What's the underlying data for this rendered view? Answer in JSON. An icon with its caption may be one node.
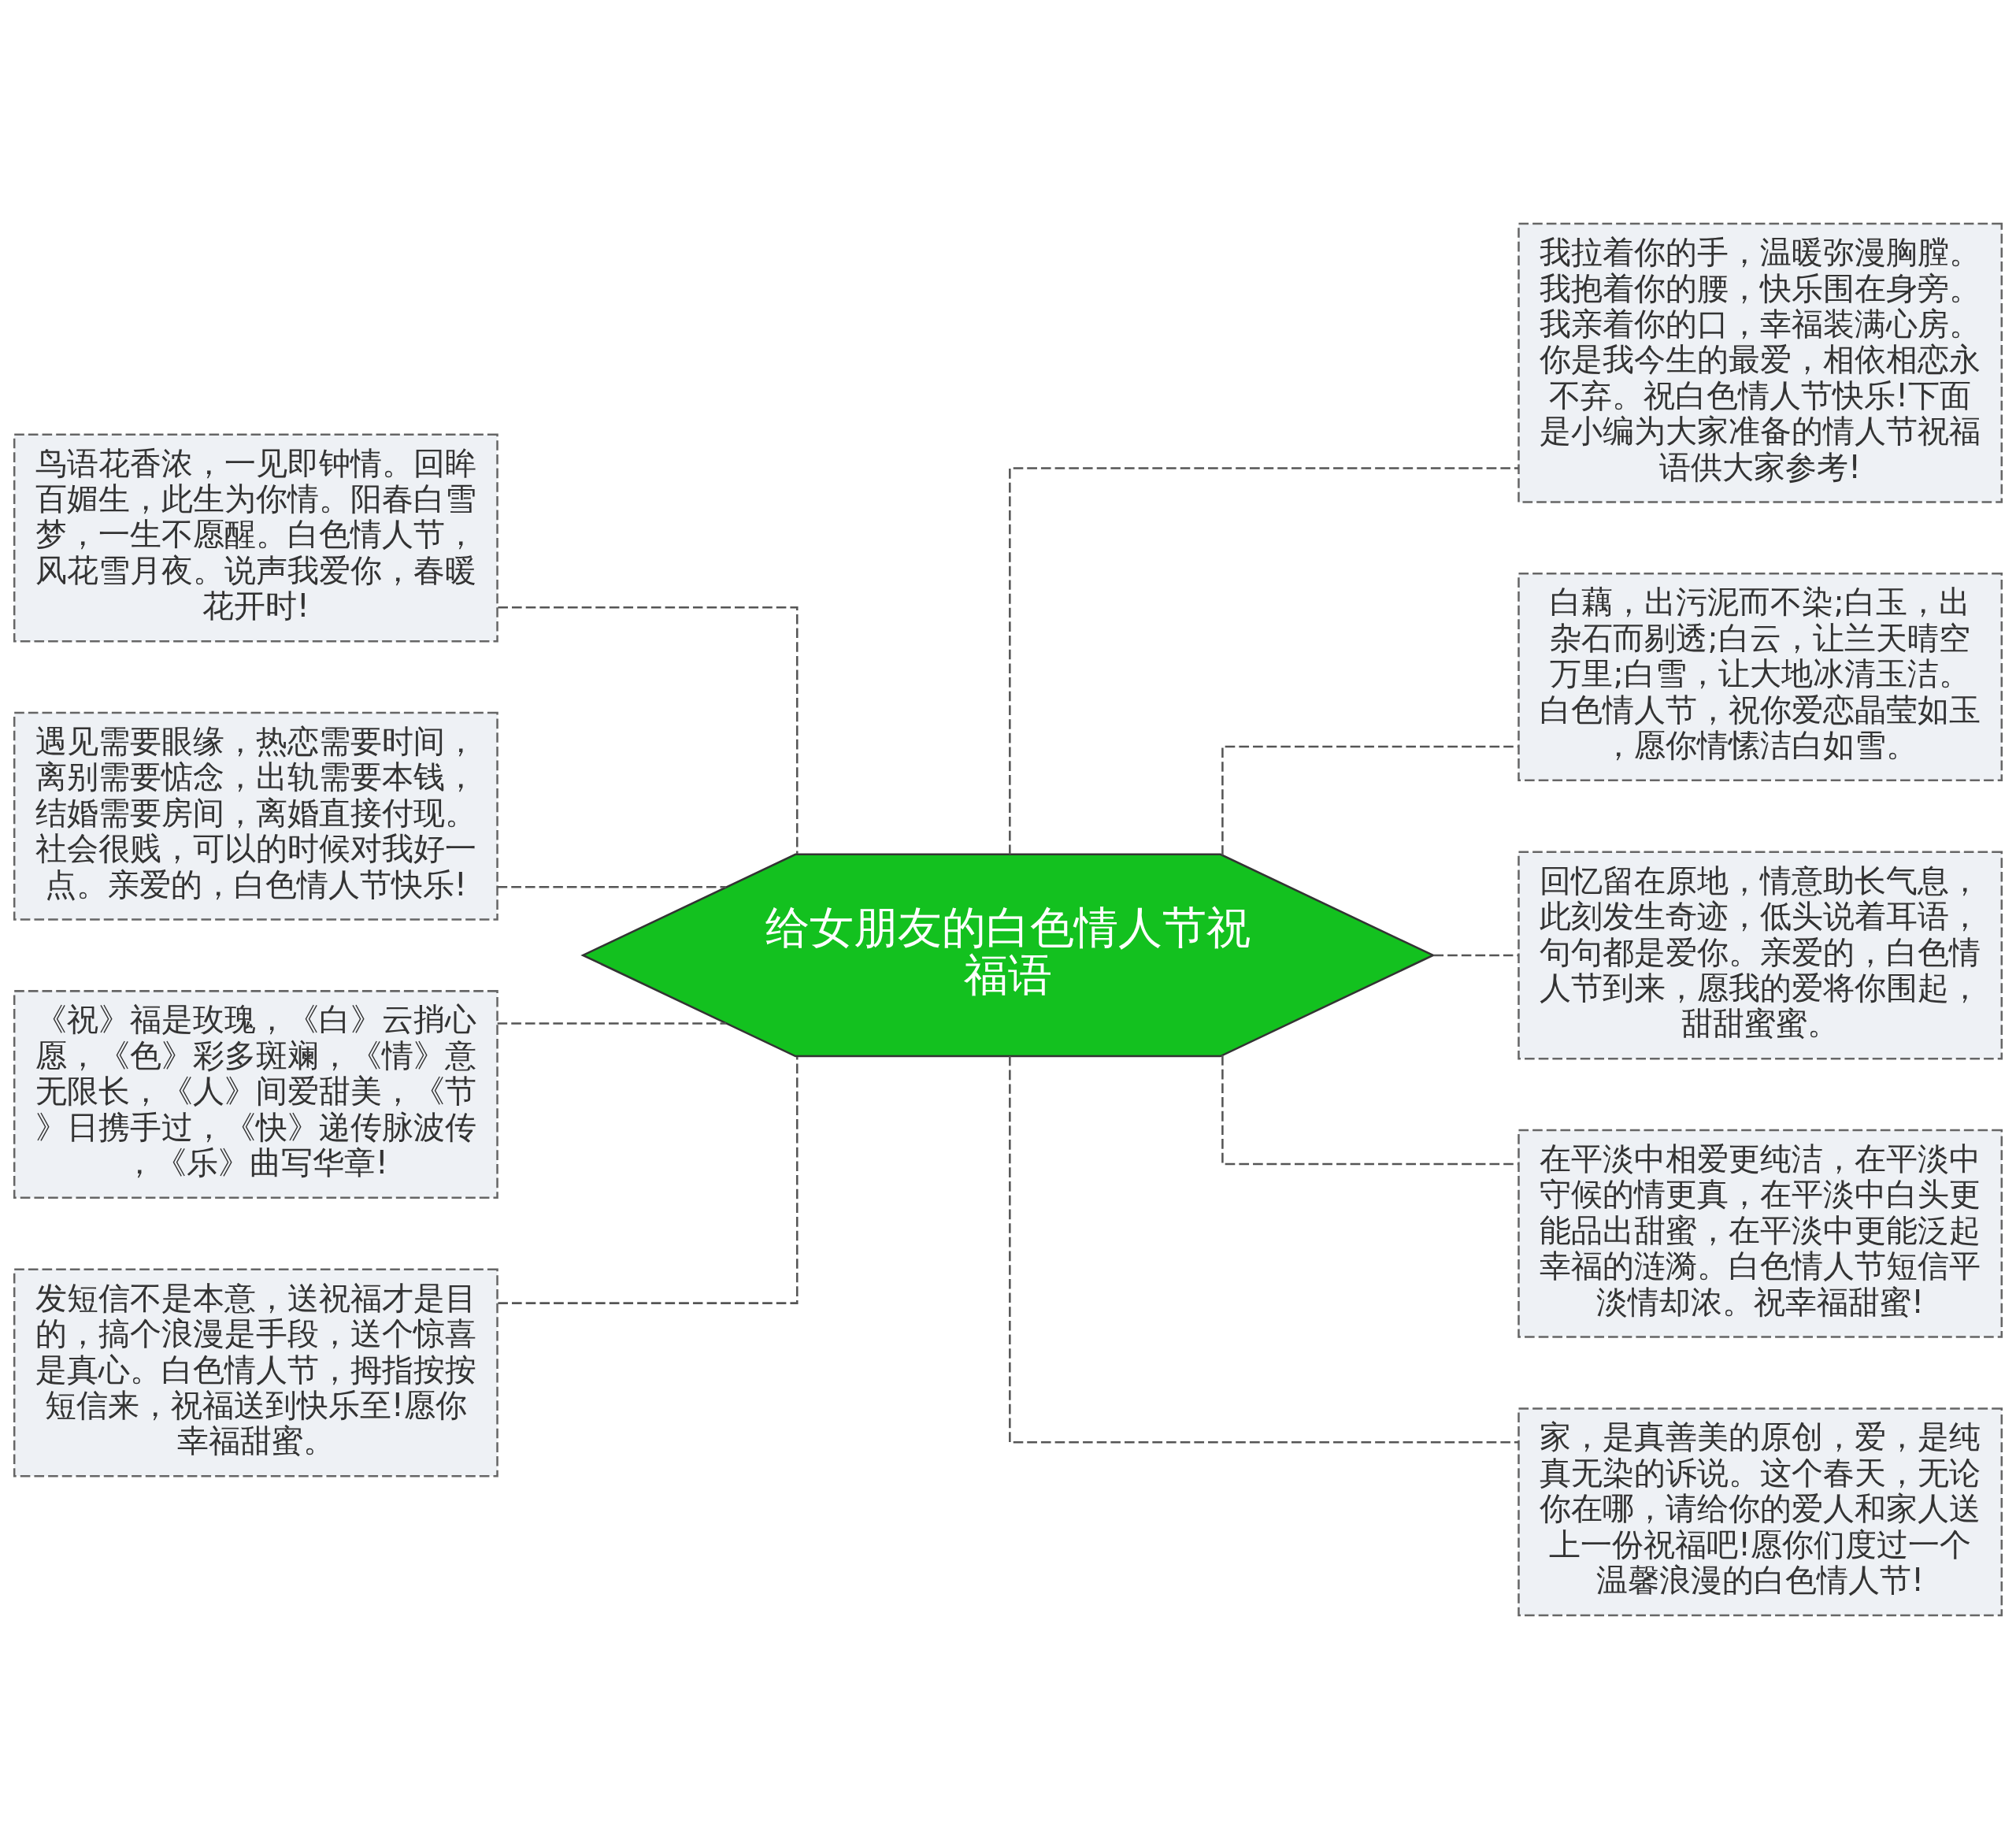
{
  "diagram": {
    "nodes": [
      {
        "text": [
          "给女朋友的白色情人节祝福语"
        ]
      },
      {
        "text": [
          "鸟语花香浓，一见即钟情。回眸百媚生，此生为你情。阳春白雪梦，一生不愿醒。白色情人节，风花雪月夜。说声我爱你，春暖花开时!"
        ]
      },
      {
        "text": [
          "遇见需要眼缘，热恋需要时间，离别需要惦念，出轨需要本钱，结婚需要房间，离婚直接付现。社会很贱，可以的时候对我好一点。亲爱的，白色情人节快乐!"
        ]
      },
      {
        "text": [
          "《祝》福是玫瑰，《白》云捎心愿，《色》彩多斑斓，《情》意无限长，《人》间爱甜美，《节》日携手过，《快》递传脉波传，《乐》曲写华章!"
        ]
      },
      {
        "text": [
          "发短信不是本意，送祝福才是目的，搞个浪漫是手段，送个惊喜是真心。白色情人节，拇指按按短信来，祝福送到快乐至!愿你幸福甜蜜。"
        ]
      },
      {
        "text": [
          "我拉着你的手，温暖弥漫胸膛。我抱着你的腰，快乐围在身旁。我亲着你的口，幸福装满心房。你是我今生的最爱，相依相恋永不弃。祝白色情人节快乐!下面是小编为大家准备的情人节祝福语供大家参考!"
        ]
      },
      {
        "text": [
          "白藕，出污泥而不染;白玉，出杂石而剔透;白云，让兰天晴空万里;白雪，让大地冰清玉洁。白色情人节，祝你爱恋晶莹如玉，愿你情愫洁白如雪。"
        ]
      },
      {
        "text": [
          "回忆留在原地，情意助长气息，此刻发生奇迹，低头说着耳语，句句都是爱你。亲爱的，白色情人节到来，愿我的爱将你围起，甜甜蜜蜜。"
        ]
      },
      {
        "text": [
          "在平淡中相爱更纯洁，在平淡中守候的情更真，在平淡中白头更能品出甜蜜，在平淡中更能泛起幸福的涟漪。白色情人节短信平淡情却浓。祝幸福甜蜜!"
        ]
      },
      {
        "text": [
          "家，是真善美的原创，爱，是纯真无染的诉说。这个春天，无论你在哪，请给你的爱人和家人送上一份祝福吧!愿你们度过一个温馨浪漫的白色情人节!"
        ]
      }
    ],
    "edges": [
      {
        "from": 0,
        "to": 1,
        "arrow": "none",
        "style": "dashed"
      },
      {
        "from": 0,
        "to": 2,
        "arrow": "none",
        "style": "dashed"
      },
      {
        "from": 0,
        "to": 3,
        "arrow": "none",
        "style": "dashed"
      },
      {
        "from": 0,
        "to": 4,
        "arrow": "none",
        "style": "dashed"
      },
      {
        "from": 0,
        "to": 5,
        "arrow": "none",
        "style": "dashed"
      },
      {
        "from": 0,
        "to": 6,
        "arrow": "none",
        "style": "dashed"
      },
      {
        "from": 0,
        "to": 7,
        "arrow": "none",
        "style": "dashed"
      },
      {
        "from": 0,
        "to": 8,
        "arrow": "none",
        "style": "dashed"
      },
      {
        "from": 0,
        "to": 9,
        "arrow": "none",
        "style": "dashed"
      }
    ]
  }
}
